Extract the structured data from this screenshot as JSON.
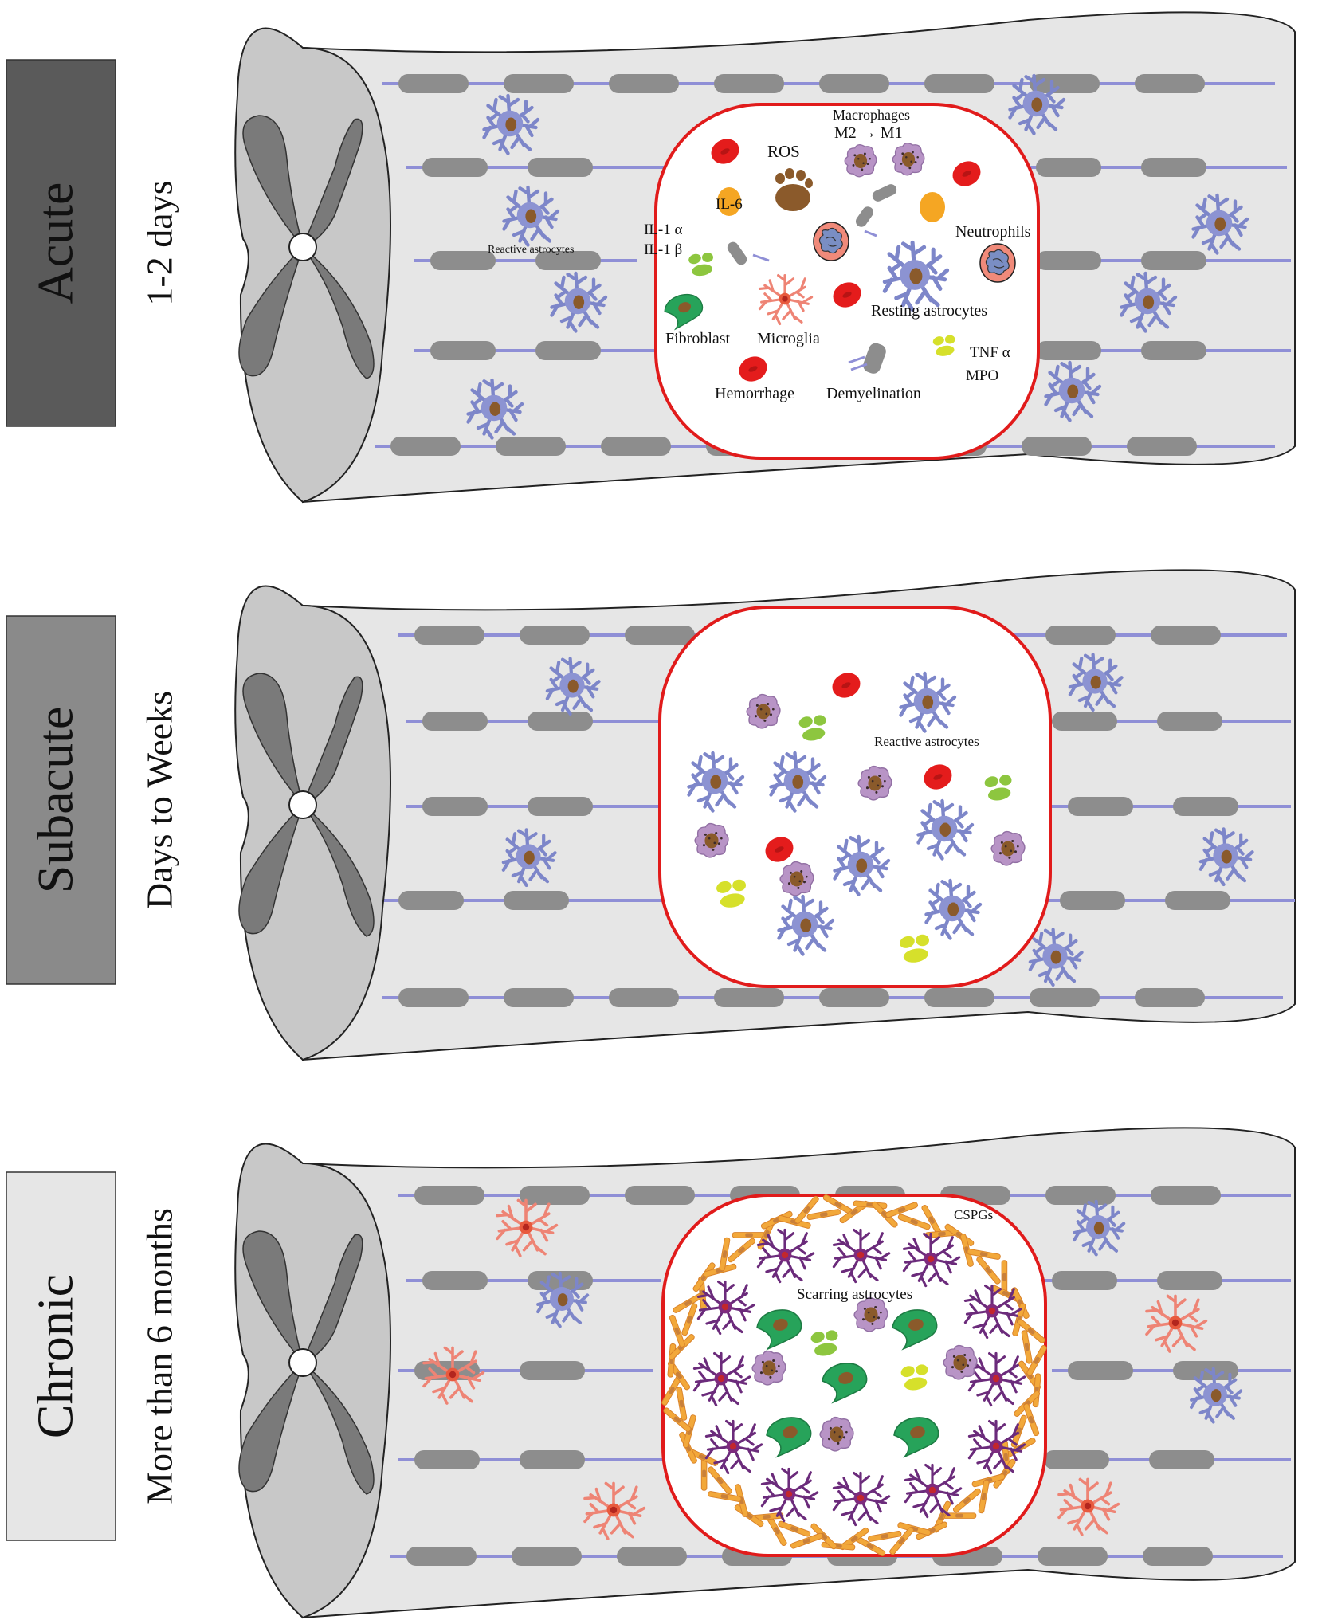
{
  "stages": [
    {
      "id": "acute",
      "label": "Acute",
      "duration": "1-2 days",
      "label_bg": "#5a5a5a",
      "label_color": "#111111",
      "labels": {
        "macrophages": "Macrophages",
        "m2_m1": "M2 → M1",
        "ros": "ROS",
        "il6": "IL-6",
        "il1a": "IL-1 α",
        "il1b": "IL-1 β",
        "neutrophils": "Neutrophils",
        "reactive_astrocytes": "Reactive astrocytes",
        "resting_astrocytes": "Resting astrocytes",
        "fibroblast": "Fibroblast",
        "microglia": "Microglia",
        "hemorrhage": "Hemorrhage",
        "demyelination": "Demyelination",
        "tnf": "TNF α",
        "mpo": "MPO"
      }
    },
    {
      "id": "subacute",
      "label": "Subacute",
      "duration": "Days to Weeks",
      "label_bg": "#8a8a8a",
      "label_color": "#111111",
      "labels": {
        "reactive_astrocytes": "Reactive astrocytes"
      }
    },
    {
      "id": "chronic",
      "label": "Chronic",
      "duration": "More than 6 months",
      "label_bg": "#e6e6e6",
      "label_color": "#111111",
      "labels": {
        "cspgs": "CSPGs",
        "scarring_astrocytes": "Scarring astrocytes"
      }
    }
  ],
  "colors": {
    "cord_fill": "#e6e6e6",
    "cord_stroke": "#222222",
    "cross_section_fill": "#c8c8c8",
    "grey_matter": "#7a7a7a",
    "axon": "#8f8fd6",
    "myelin": "#8d8d8d",
    "lesion_border": "#e11b1b",
    "resting_astrocyte": "#8088cc",
    "microglia": "#f08b7e",
    "macrophage": "#b792c4",
    "red_blood_cell": "#e31d1d",
    "il6": "#f5a623",
    "il1": "#8cc63f",
    "tnf": "#d4e02a",
    "fibroblast": "#27a35a",
    "ros": "#8b5a2b",
    "scar_astrocyte": "#6a2c7a",
    "cspg": "#f2a93b"
  }
}
